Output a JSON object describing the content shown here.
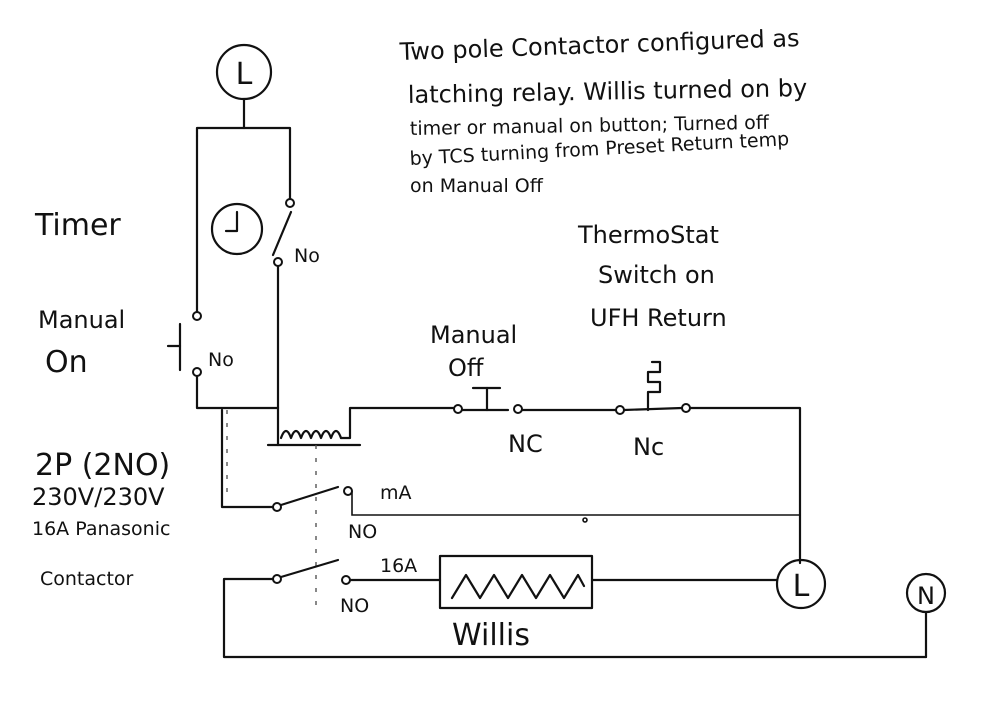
{
  "note": {
    "line1": "Two pole Contactor configured as",
    "line2": "latching relay. Willis turned on by",
    "line3": "timer or manual on button; Turned off",
    "line4": "by TCS turning from Preset Return temp",
    "line5": "on Manual Off"
  },
  "labels": {
    "timer": "Timer",
    "manual_on_1": "Manual",
    "manual_on_2": "On",
    "manual_off_1": "Manual",
    "manual_off_2": "Off",
    "tcs_1": "ThermoStat",
    "tcs_2": "Switch on",
    "tcs_3": "UFH Return",
    "contactor_1": "2P (2NO)",
    "contactor_2": "230V/230V",
    "contactor_3": "16A Panasonic",
    "contactor_4": "Contactor",
    "heater": "Willis",
    "live_top": "L",
    "live_right": "L",
    "neutral": "N",
    "no_timer": "No",
    "no_manual": "No",
    "nc_manual_off": "NC",
    "nc_tcs": "Nc",
    "no_contact1": "NO",
    "no_contact2": "NO",
    "ma_label": "mA",
    "rating": "16A"
  }
}
